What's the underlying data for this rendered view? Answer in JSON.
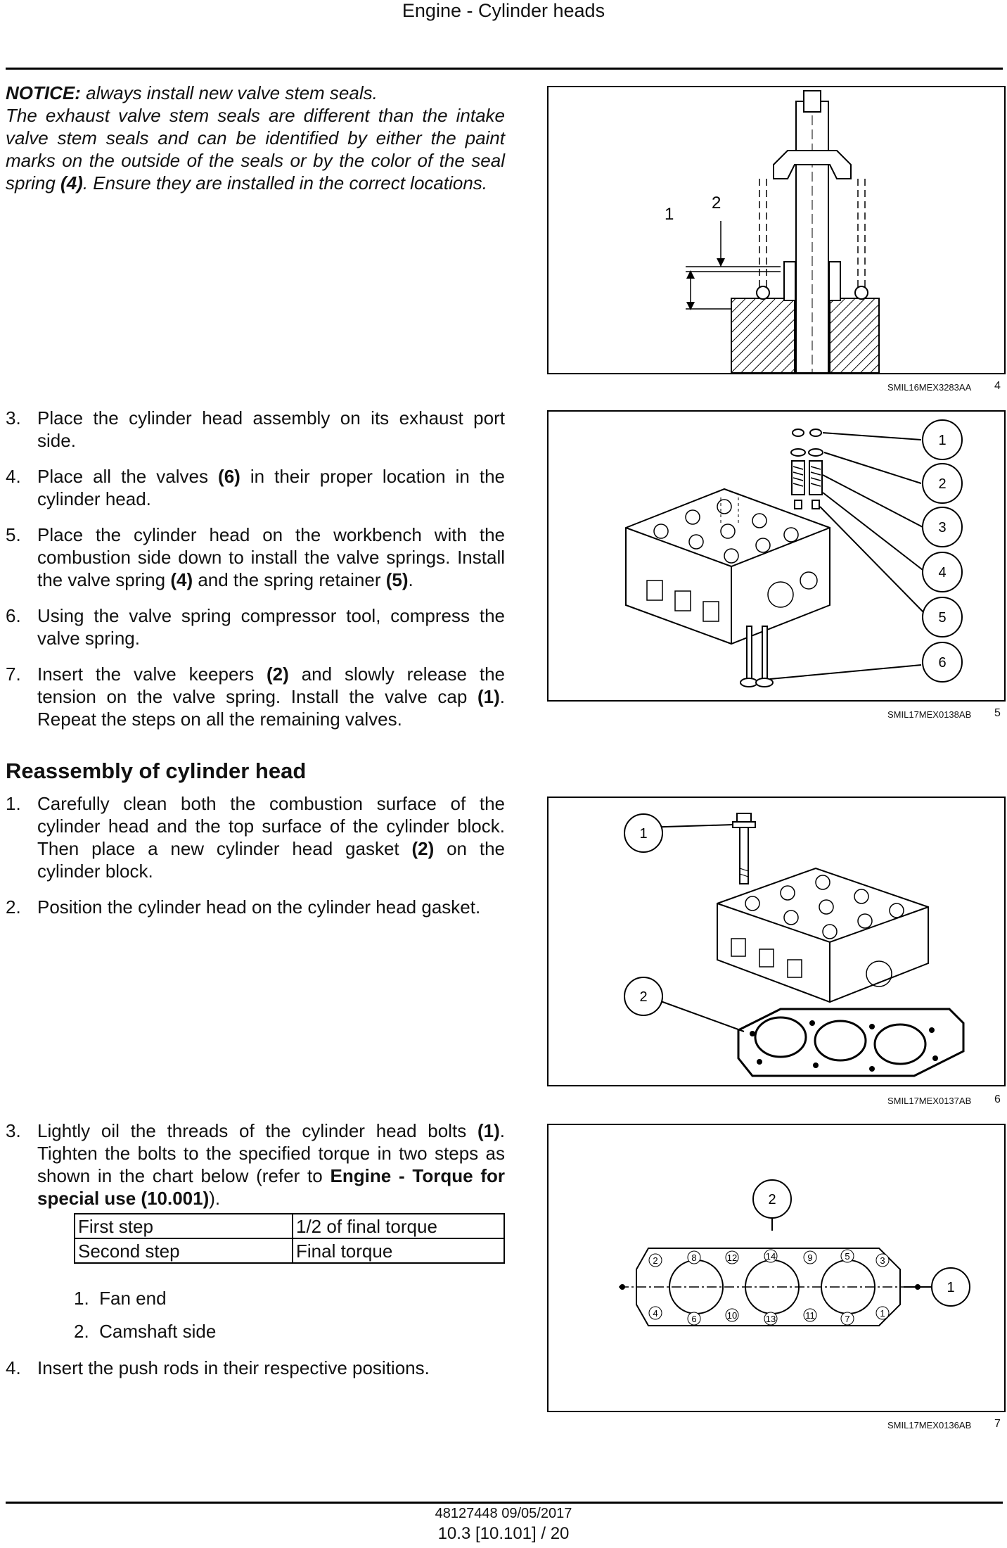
{
  "header": {
    "title": "Engine - Cylinder heads"
  },
  "notice": {
    "label": "NOTICE:",
    "line1": " always install new valve stem seals.",
    "body": "The exhaust valve stem seals are different than the intake valve stem seals and can be identified by either the paint marks on the outside of the seals or by the color of the seal spring ",
    "ref": "(4)",
    "end": ". Ensure they are installed in the correct locations."
  },
  "steps_a": [
    {
      "num": "3.",
      "text": "Place the cylinder head assembly on its exhaust port side."
    },
    {
      "num": "4.",
      "pre": "Place all the valves ",
      "ref": "(6)",
      "post": " in their proper location in the cylinder head."
    },
    {
      "num": "5.",
      "pre": "Place the cylinder head on the workbench with the combustion side down to install the valve springs. Install the valve spring ",
      "ref": "(4)",
      "mid": " and the spring retainer ",
      "ref2": "(5)",
      "post": "."
    },
    {
      "num": "6.",
      "text": "Using the valve spring compressor tool, compress the valve spring."
    },
    {
      "num": "7.",
      "pre": "Insert the valve keepers ",
      "ref": "(2)",
      "mid": " and slowly release the tension on the valve spring. Install the valve cap ",
      "ref2": "(1)",
      "post": ". Repeat the steps on all the remaining valves."
    }
  ],
  "section_heading": "Reassembly of cylinder head",
  "steps_b": [
    {
      "num": "1.",
      "pre": "Carefully clean both the combustion surface of the cylinder head and the top surface of the cylinder block. Then place a new cylinder head gasket ",
      "ref": "(2)",
      "post": " on the cylinder block."
    },
    {
      "num": "2.",
      "text": "Position the cylinder head on the cylinder head gasket."
    },
    {
      "num": "3.",
      "pre": "Lightly oil the threads of the cylinder head bolts ",
      "ref": "(1)",
      "mid": ". Tighten the bolts to the specified torque in two steps as shown in the chart below (refer to ",
      "ref2": "Engine - Torque for special use (10.001)",
      "post": ")."
    },
    {
      "num": "4.",
      "text": "Insert the push rods in their respective positions."
    }
  ],
  "torque_table": [
    [
      "First step",
      "1/2 of final torque"
    ],
    [
      "Second step",
      "Final torque"
    ]
  ],
  "sub_list": [
    {
      "num": "1.",
      "text": "Fan end"
    },
    {
      "num": "2.",
      "text": "Camshaft side"
    }
  ],
  "figures": [
    {
      "code": "SMIL16MEX3283AA",
      "num": "4",
      "labels": [
        "1",
        "2"
      ]
    },
    {
      "code": "SMIL17MEX0138AB",
      "num": "5",
      "labels": [
        "1",
        "2",
        "3",
        "4",
        "5",
        "6"
      ]
    },
    {
      "code": "SMIL17MEX0137AB",
      "num": "6",
      "labels": [
        "1",
        "2"
      ]
    },
    {
      "code": "SMIL17MEX0136AB",
      "num": "7",
      "labels": [
        "2",
        "1"
      ],
      "bolt_numbers_top": [
        "2",
        "8",
        "12",
        "14",
        "9",
        "5",
        "3"
      ],
      "bolt_numbers_bottom": [
        "4",
        "6",
        "10",
        "13",
        "11",
        "7",
        "1"
      ]
    }
  ],
  "footer": {
    "doc": "48127448 09/05/2017",
    "page": "10.3 [10.101] / 20"
  },
  "icons": [
    "figure-4-valve-seal-diagram",
    "figure-5-valve-exploded-diagram",
    "figure-6-head-gasket-diagram",
    "figure-7-bolt-sequence-diagram"
  ]
}
